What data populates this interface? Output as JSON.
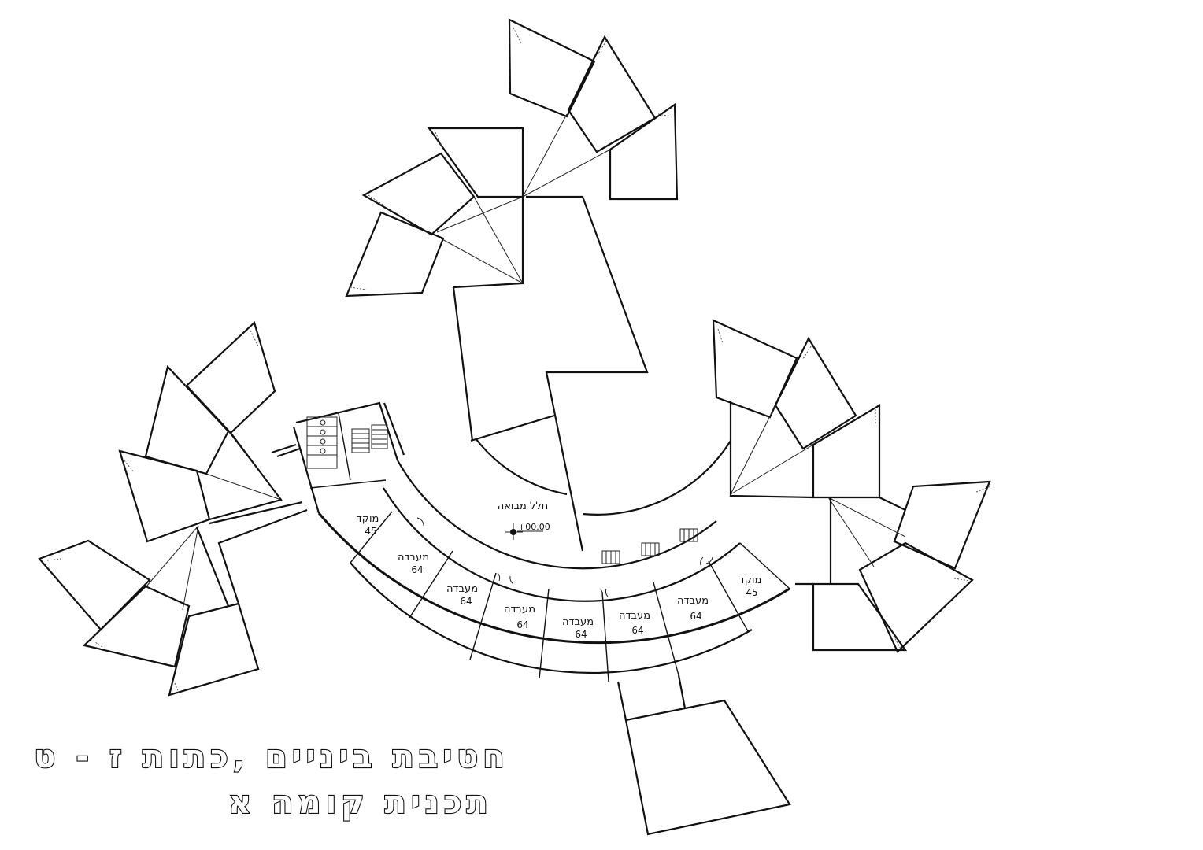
{
  "drawing": {
    "title_line1": "חטיבת ביניים ,כתות ז - ט",
    "title_line2": "תכנית קומה א"
  },
  "lobby": {
    "label": "חלל מבואה",
    "elevation": "+00.00"
  },
  "rooms": [
    {
      "label": "מוקד",
      "area": "45"
    },
    {
      "label": "מעבדה",
      "area": "64"
    },
    {
      "label": "מעבדה",
      "area": "64"
    },
    {
      "label": "מעבדה",
      "area": "64"
    },
    {
      "label": "מעבדה",
      "area": "64"
    },
    {
      "label": "מעבדה",
      "area": "64"
    },
    {
      "label": "מעבדה",
      "area": "64"
    },
    {
      "label": "מוקד",
      "area": "45"
    }
  ]
}
